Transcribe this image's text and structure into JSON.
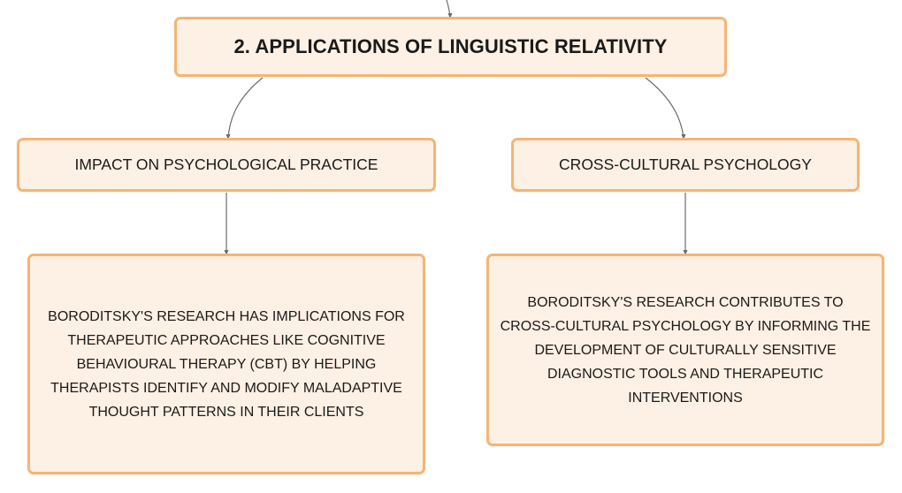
{
  "colors": {
    "node_fill": "#fdf0e4",
    "node_border": "#f4b574",
    "connector": "#6b6b6b",
    "text": "#1a1a1a"
  },
  "root": {
    "title": "2. APPLICATIONS OF LINGUISTIC RELATIVITY"
  },
  "branches": [
    {
      "label": "IMPACT ON PSYCHOLOGICAL PRACTICE",
      "detail": "BORODITSKY'S RESEARCH HAS IMPLICATIONS FOR THERAPEUTIC APPROACHES LIKE COGNITIVE BEHAVIOURAL THERAPY (CBT) BY HELPING THERAPISTS IDENTIFY AND MODIFY MALADAPTIVE THOUGHT PATTERNS IN THEIR CLIENTS"
    },
    {
      "label": "CROSS-CULTURAL PSYCHOLOGY",
      "detail": "BORODITSKY'S RESEARCH CONTRIBUTES TO CROSS-CULTURAL PSYCHOLOGY BY INFORMING THE DEVELOPMENT OF CULTURALLY SENSITIVE DIAGNOSTIC TOOLS AND THERAPEUTIC INTERVENTIONS"
    }
  ]
}
